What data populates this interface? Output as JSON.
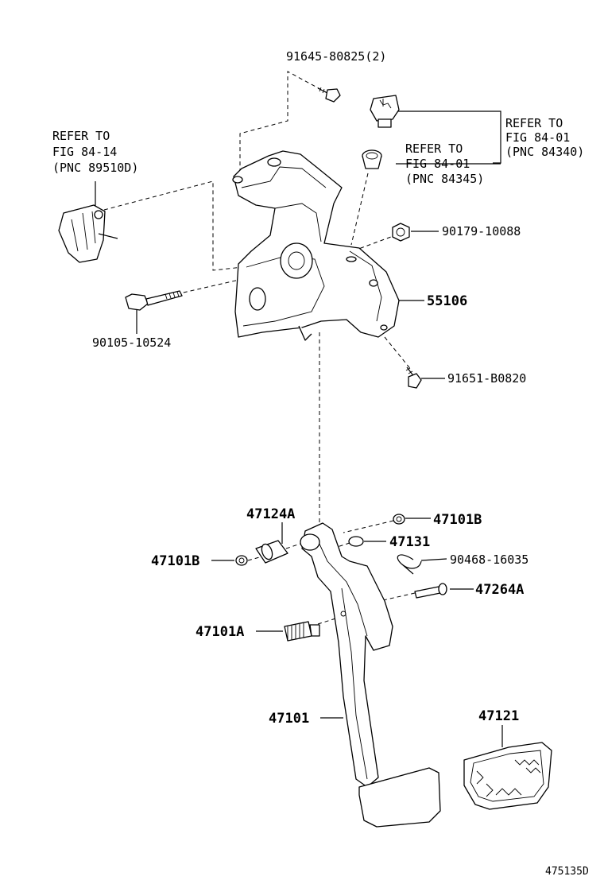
{
  "labels": {
    "bolt_top": "91645-80825(2)",
    "refer_84_01_a": [
      "REFER TO",
      "FIG 84-01",
      "(PNC 84340)"
    ],
    "refer_84_01_b": [
      "REFER TO",
      "FIG 84-01",
      "(PNC 84345)"
    ],
    "refer_84_14": [
      "REFER TO",
      "FIG 84-14",
      "(PNC 89510D)"
    ],
    "nut": "90179-10088",
    "bracket": "55106",
    "bolt_left": "90105-10524",
    "bolt_small": "91651-B0820",
    "collar": "47124A",
    "bushing_right": "47101B",
    "bushing_left": "47101B",
    "cushion": "47131",
    "clip": "90468-16035",
    "pin": "47264A",
    "spring": "47101A",
    "pedal_arm": "47101",
    "pedal_pad": "47121",
    "figure_code": "475135D"
  }
}
